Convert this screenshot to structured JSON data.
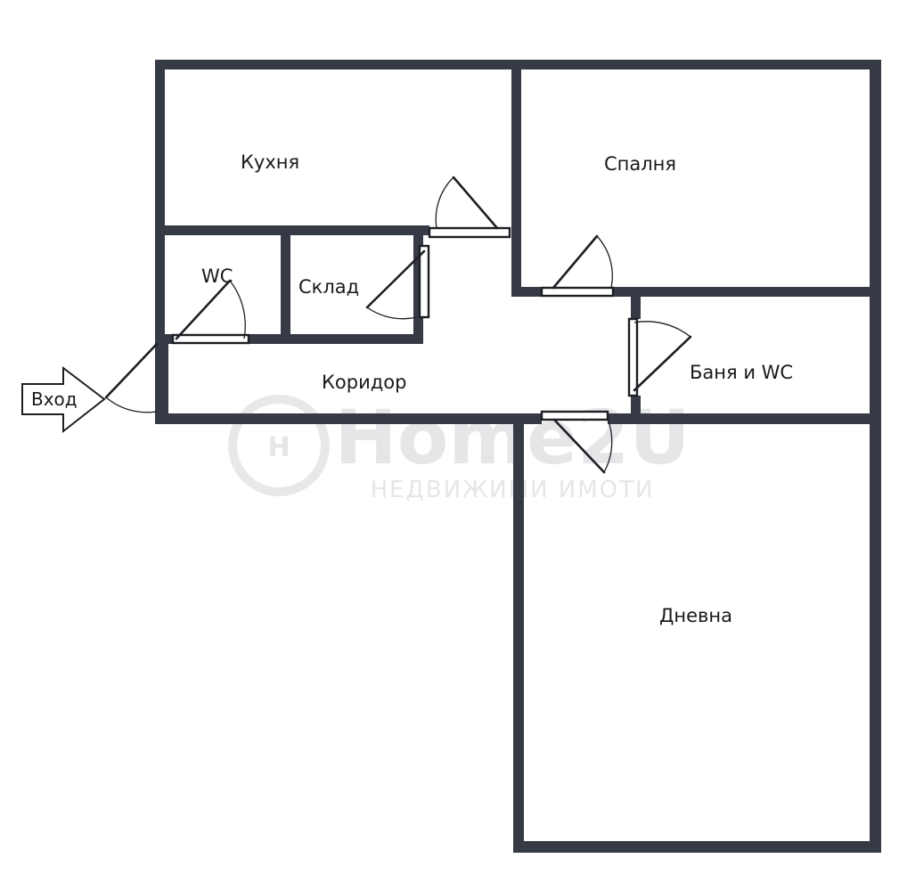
{
  "rooms": {
    "kitchen": "Кухня",
    "bedroom": "Спалня",
    "wc": "WC",
    "storage": "Склад",
    "corridor": "Коридор",
    "bathroom": "Баня и WC",
    "living_room": "Дневна"
  },
  "entry": {
    "label": "Вход"
  },
  "watermark": {
    "brand": "Home2U",
    "tagline": "НЕДВИЖИМИ ИМОТИ"
  },
  "colors": {
    "wall": "#353a45",
    "background": "#ffffff",
    "watermark": "#e6e6e9"
  }
}
